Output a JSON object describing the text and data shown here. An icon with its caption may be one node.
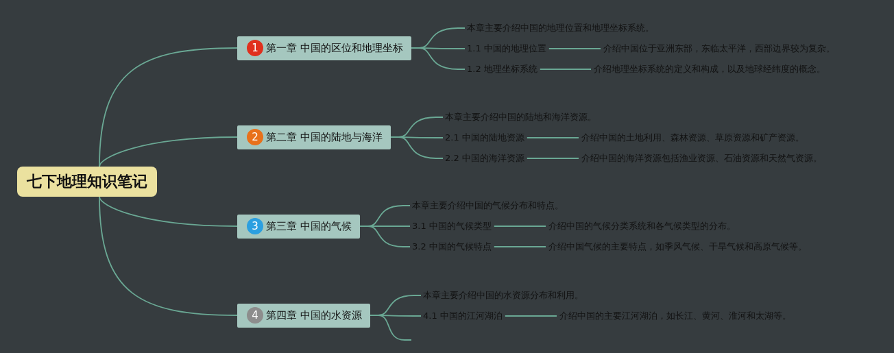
{
  "diagram": {
    "nodes": [
      {
        "text": [
          "七下地理知识笔记"
        ]
      },
      {
        "text": [
          "1",
          "第一章 中国的区位和地理坐标"
        ]
      },
      {
        "text": [
          "本章主要介绍中国的地理位置和地理坐标系统。"
        ]
      },
      {
        "text": [
          "1.1 中国的地理位置"
        ]
      },
      {
        "text": [
          "介绍中国位于亚洲东部，东临太平洋，西部边界较为复杂。"
        ]
      },
      {
        "text": [
          "1.2 地理坐标系统"
        ]
      },
      {
        "text": [
          "介绍地理坐标系统的定义和构成，以及地球经纬度的概念。"
        ]
      },
      {
        "text": [
          "2",
          "第二章 中国的陆地与海洋"
        ]
      },
      {
        "text": [
          "本章主要介绍中国的陆地和海洋资源。"
        ]
      },
      {
        "text": [
          "2.1 中国的陆地资源"
        ]
      },
      {
        "text": [
          "介绍中国的土地利用、森林资源、草原资源和矿产资源。"
        ]
      },
      {
        "text": [
          "2.2 中国的海洋资源"
        ]
      },
      {
        "text": [
          "介绍中国的海洋资源包括渔业资源、石油资源和天然气资源。"
        ]
      },
      {
        "text": [
          "3",
          "第三章 中国的气候"
        ]
      },
      {
        "text": [
          "本章主要介绍中国的气候分布和特点。"
        ]
      },
      {
        "text": [
          "3.1 中国的气候类型"
        ]
      },
      {
        "text": [
          "介绍中国的气候分类系统和各气候类型的分布。"
        ]
      },
      {
        "text": [
          "3.2 中国的气候特点"
        ]
      },
      {
        "text": [
          "介绍中国气候的主要特点，如季风气候、干旱气候和高原气候等。"
        ]
      },
      {
        "text": [
          "4",
          "第四章 中国的水资源"
        ]
      },
      {
        "text": [
          "本章主要介绍中国的水资源分布和利用。"
        ]
      },
      {
        "text": [
          "4.1 中国的江河湖泊"
        ]
      },
      {
        "text": [
          "介绍中国的主要江河湖泊，如长江、黄河、淮河和太湖等。"
        ]
      }
    ],
    "edges": [
      {
        "from": 0,
        "to": 1,
        "arrow": "none"
      },
      {
        "from": 1,
        "to": 2,
        "arrow": "none"
      },
      {
        "from": 1,
        "to": 3,
        "arrow": "none"
      },
      {
        "from": 3,
        "to": 4,
        "arrow": "none"
      },
      {
        "from": 1,
        "to": 5,
        "arrow": "none"
      },
      {
        "from": 5,
        "to": 6,
        "arrow": "none"
      },
      {
        "from": 0,
        "to": 7,
        "arrow": "none"
      },
      {
        "from": 7,
        "to": 8,
        "arrow": "none"
      },
      {
        "from": 7,
        "to": 9,
        "arrow": "none"
      },
      {
        "from": 9,
        "to": 10,
        "arrow": "none"
      },
      {
        "from": 7,
        "to": 11,
        "arrow": "none"
      },
      {
        "from": 11,
        "to": 12,
        "arrow": "none"
      },
      {
        "from": 0,
        "to": 13,
        "arrow": "none"
      },
      {
        "from": 13,
        "to": 14,
        "arrow": "none"
      },
      {
        "from": 13,
        "to": 15,
        "arrow": "none"
      },
      {
        "from": 15,
        "to": 16,
        "arrow": "none"
      },
      {
        "from": 13,
        "to": 17,
        "arrow": "none"
      },
      {
        "from": 17,
        "to": 18,
        "arrow": "none"
      },
      {
        "from": 0,
        "to": 19,
        "arrow": "none"
      },
      {
        "from": 19,
        "to": 20,
        "arrow": "none"
      },
      {
        "from": 19,
        "to": 21,
        "arrow": "none"
      },
      {
        "from": 21,
        "to": 22,
        "arrow": "none"
      },
      {
        "from": 19,
        "to": null,
        "arrow": "none"
      }
    ]
  }
}
